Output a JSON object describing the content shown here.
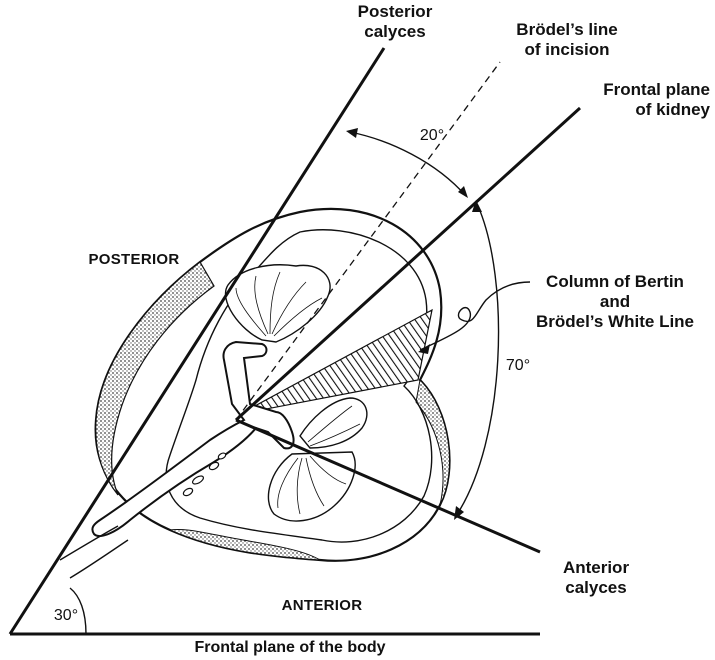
{
  "labels": {
    "posterior_calyces": [
      "Posterior",
      "calyces"
    ],
    "brodel_line": [
      "Brödel’s line",
      "of incision"
    ],
    "frontal_plane_kidney": [
      "Frontal plane",
      "of kidney"
    ],
    "column_bertin": [
      "Column of Bertin",
      "and",
      "Brödel’s White Line"
    ],
    "anterior_calyces": [
      "Anterior",
      "calyces"
    ],
    "posterior": "POSTERIOR",
    "anterior": "ANTERIOR",
    "frontal_plane_body": "Frontal plane of the body"
  },
  "angles": {
    "top": "20°",
    "right": "70°",
    "bottom_left": "30°"
  },
  "colors": {
    "ink": "#111111",
    "stipple": "#8a8a8a",
    "background": "#ffffff"
  }
}
